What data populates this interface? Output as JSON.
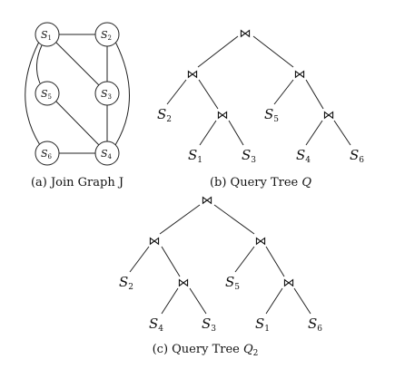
{
  "join_graph": {
    "caption": "(a) Join Graph J",
    "nodes": [
      {
        "id": "S1",
        "base": "S",
        "sub": "1"
      },
      {
        "id": "S2",
        "base": "S",
        "sub": "2"
      },
      {
        "id": "S5",
        "base": "S",
        "sub": "5"
      },
      {
        "id": "S3",
        "base": "S",
        "sub": "3"
      },
      {
        "id": "S6",
        "base": "S",
        "sub": "6"
      },
      {
        "id": "S4",
        "base": "S",
        "sub": "4"
      }
    ],
    "edges": [
      [
        "S1",
        "S2"
      ],
      [
        "S1",
        "S3"
      ],
      [
        "S1",
        "S5"
      ],
      [
        "S1",
        "S6"
      ],
      [
        "S2",
        "S3"
      ],
      [
        "S2",
        "S4"
      ],
      [
        "S3",
        "S4"
      ],
      [
        "S5",
        "S4"
      ],
      [
        "S6",
        "S4"
      ]
    ]
  },
  "query_tree_q": {
    "caption_prefix": "(b) Query Tree ",
    "caption_symbol": "Q",
    "join_symbol": "⋈",
    "leaves": [
      {
        "base": "S",
        "sub": "2"
      },
      {
        "base": "S",
        "sub": "1"
      },
      {
        "base": "S",
        "sub": "3"
      },
      {
        "base": "S",
        "sub": "5"
      },
      {
        "base": "S",
        "sub": "4"
      },
      {
        "base": "S",
        "sub": "6"
      }
    ]
  },
  "query_tree_q2": {
    "caption_prefix": "(c) Query Tree ",
    "caption_symbol": "Q",
    "caption_symbol_sub": "2",
    "join_symbol": "⋈",
    "leaves": [
      {
        "base": "S",
        "sub": "2"
      },
      {
        "base": "S",
        "sub": "4"
      },
      {
        "base": "S",
        "sub": "3"
      },
      {
        "base": "S",
        "sub": "5"
      },
      {
        "base": "S",
        "sub": "1"
      },
      {
        "base": "S",
        "sub": "6"
      }
    ]
  }
}
